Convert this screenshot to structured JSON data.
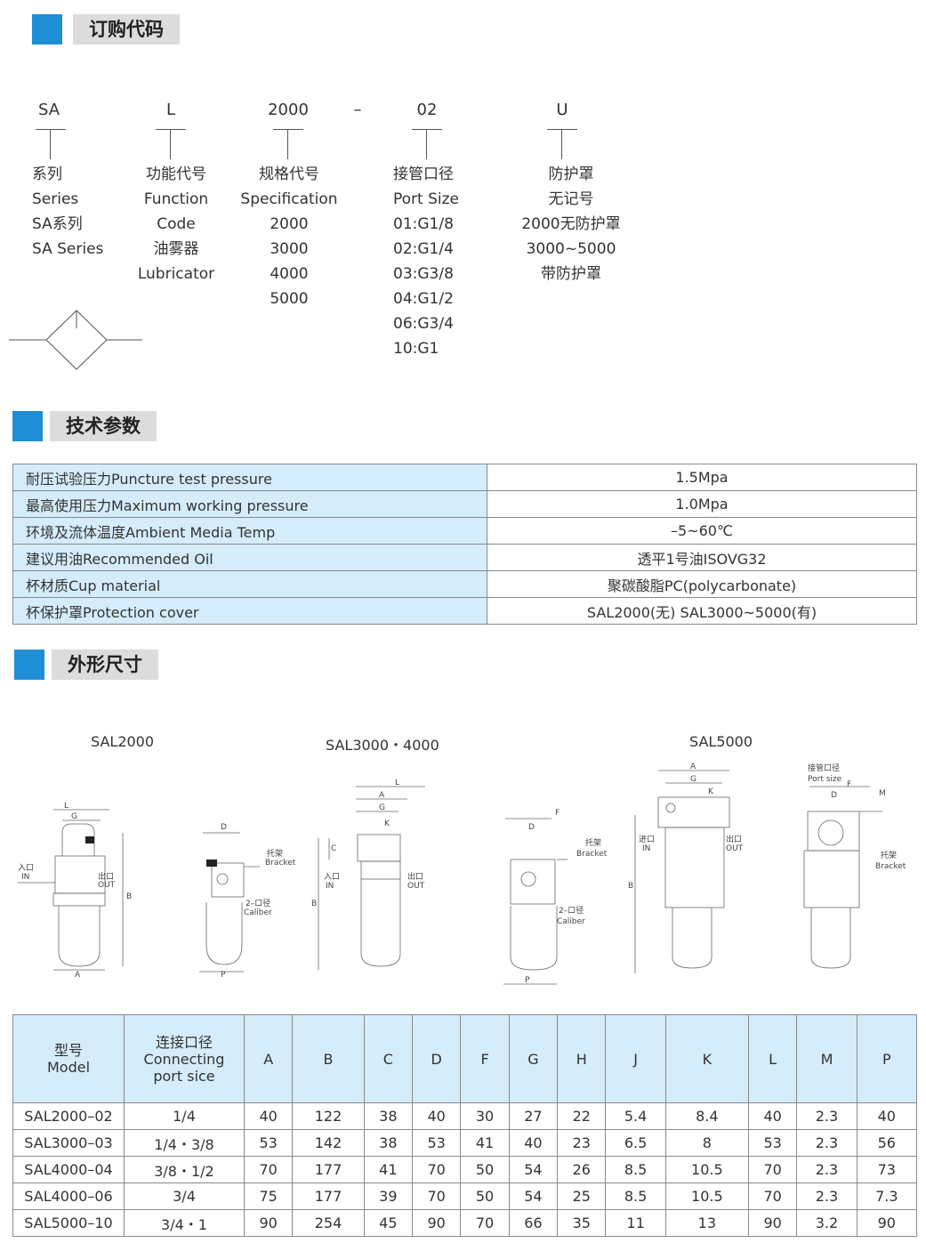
{
  "sections": {
    "order": "订购代码",
    "tech": "技术参数",
    "dims": "外形尺寸"
  },
  "order_code": {
    "parts": [
      "SA",
      "L",
      "2000",
      "–",
      "02",
      "U"
    ],
    "columns": [
      [
        "系列",
        "Series",
        "SA系列",
        "SA Series"
      ],
      [
        "功能代号",
        "Function",
        "Code",
        "油雾器",
        "Lubricator"
      ],
      [
        "规格代号",
        "Specification",
        "2000",
        "3000",
        "4000",
        "5000"
      ],
      [
        "接管口径",
        "Port Size",
        "01:G1/8",
        "02:G1/4",
        "03:G3/8",
        "04:G1/2",
        "06:G3/4",
        "10:G1"
      ],
      [
        "防护罩",
        "无记号",
        "2000无防护罩",
        "3000~5000",
        "带防护罩"
      ]
    ]
  },
  "tech_params": [
    {
      "label": "耐压试验压力Puncture test pressure",
      "value": "1.5Mpa"
    },
    {
      "label": "最高使用压力Maximum working pressure",
      "value": "1.0Mpa"
    },
    {
      "label": "环境及流体温度Ambient Media Temp",
      "value": "–5~60℃"
    },
    {
      "label": "建议用油Recommended Oil",
      "value": "透平1号油ISOVG32"
    },
    {
      "label": "杯材质Cup material",
      "value": "聚碳酸脂PC(polycarbonate)"
    },
    {
      "label": "杯保护罩Protection cover",
      "value": "SAL2000(无)   SAL3000~5000(有)"
    }
  ],
  "drawing_titles": [
    "SAL2000",
    "SAL3000・4000",
    "SAL5000"
  ],
  "drawing_labels": {
    "in_cn": "入口",
    "in_en": "IN",
    "in2_cn": "进口",
    "out_cn": "出口",
    "out_en": "OUT",
    "bracket_cn": "托架",
    "bracket_en": "Bracket",
    "caliber_cn": "2–口径",
    "caliber_en": "Caliber",
    "port_cn": "接管口径",
    "port_en": "Port size"
  },
  "dims_table": {
    "headers": {
      "model_cn": "型号",
      "model_en": "Model",
      "conn_cn": "连接口径",
      "conn_en1": "Connecting",
      "conn_en2": "port sice",
      "cols": [
        "A",
        "B",
        "C",
        "D",
        "F",
        "G",
        "H",
        "J",
        "K",
        "L",
        "M",
        "P"
      ]
    },
    "rows": [
      [
        "SAL2000–02",
        "1/4",
        "40",
        "122",
        "38",
        "40",
        "30",
        "27",
        "22",
        "5.4",
        "8.4",
        "40",
        "2.3",
        "40"
      ],
      [
        "SAL3000–03",
        "1/4・3/8",
        "53",
        "142",
        "38",
        "53",
        "41",
        "40",
        "23",
        "6.5",
        "8",
        "53",
        "2.3",
        "56"
      ],
      [
        "SAL4000–04",
        "3/8・1/2",
        "70",
        "177",
        "41",
        "70",
        "50",
        "54",
        "26",
        "8.5",
        "10.5",
        "70",
        "2.3",
        "73"
      ],
      [
        "SAL4000–06",
        "3/4",
        "75",
        "177",
        "39",
        "70",
        "50",
        "54",
        "25",
        "8.5",
        "10.5",
        "70",
        "2.3",
        "7.3"
      ],
      [
        "SAL5000–10",
        "3/4・1",
        "90",
        "254",
        "45",
        "90",
        "70",
        "66",
        "35",
        "11",
        "13",
        "90",
        "3.2",
        "90"
      ]
    ]
  },
  "colors": {
    "accent": "#1e8fd6",
    "header_bg": "#dcdcdc",
    "cell_bg": "#d5ecfa"
  }
}
